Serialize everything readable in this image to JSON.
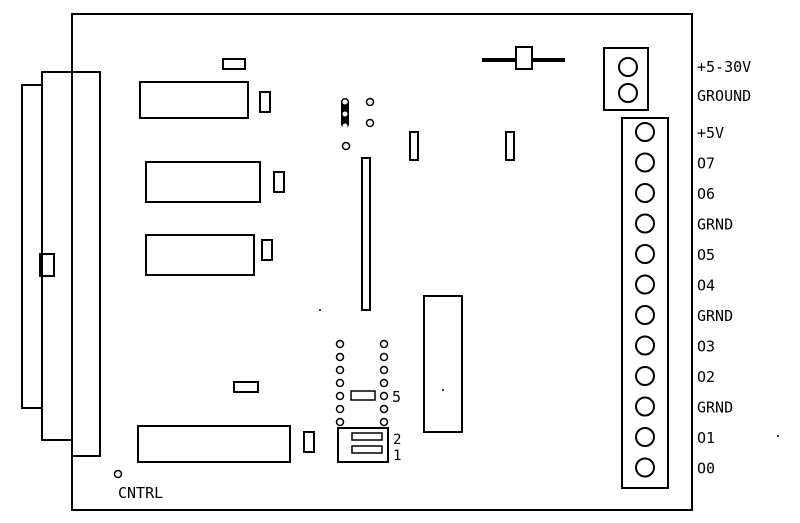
{
  "power_terminals": [
    "+5-30V",
    "GROUND"
  ],
  "io_terminals": [
    "+5V",
    "O7",
    "O6",
    "GRND",
    "O5",
    "O4",
    "GRND",
    "O3",
    "O2",
    "GRND",
    "O1",
    "O0"
  ],
  "cntrl_label": "CNTRL",
  "dip_labels": [
    "2",
    "1"
  ],
  "jumper_label": "5"
}
